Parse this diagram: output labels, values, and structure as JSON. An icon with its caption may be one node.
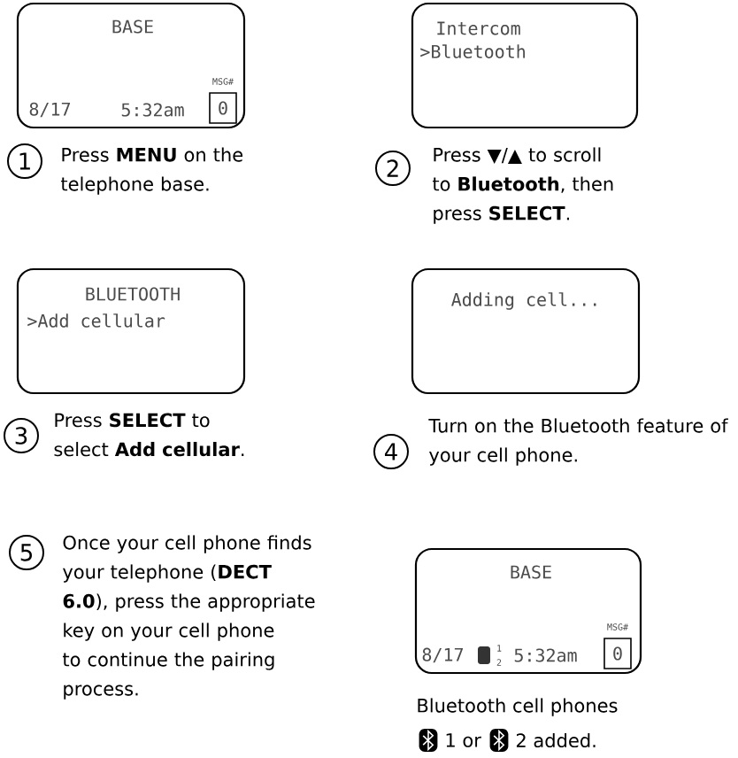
{
  "diagram": {
    "nodes": [
      {
        "text": [
          "BASE",
          "MSG#",
          "8/17",
          "5:32am",
          "0"
        ]
      },
      {
        "text": [
          "Intercom",
          ">Bluetooth"
        ]
      },
      {
        "text": [
          "1"
        ],
        "beside": [
          "Press **MENU** on the telephone base."
        ]
      },
      {
        "text": [
          "2"
        ],
        "beside": [
          "Press ▼/▲ to scroll to **Bluetooth**, then press **SELECT**."
        ]
      },
      {
        "text": [
          "BLUETOOTH",
          ">Add cellular"
        ]
      },
      {
        "text": [
          "Adding cell..."
        ]
      },
      {
        "text": [
          "3"
        ],
        "beside": [
          "Press **SELECT** to select **Add cellular**."
        ]
      },
      {
        "text": [
          "4"
        ],
        "beside": [
          "Turn on the Bluetooth feature of your cell phone."
        ]
      },
      {
        "text": [
          "5"
        ],
        "beside": [
          "Once your cell phone finds your telephone (**DECT 6.0**), press the appropriate key on your cell phone to continue the pairing process."
        ]
      },
      {
        "text": [
          "BASE",
          "MSG#",
          "8/17",
          "1",
          "2",
          "5:32am",
          "0"
        ],
        "beside": [
          "Bluetooth cell phones",
          "1 or",
          "2 added."
        ]
      }
    ]
  }
}
